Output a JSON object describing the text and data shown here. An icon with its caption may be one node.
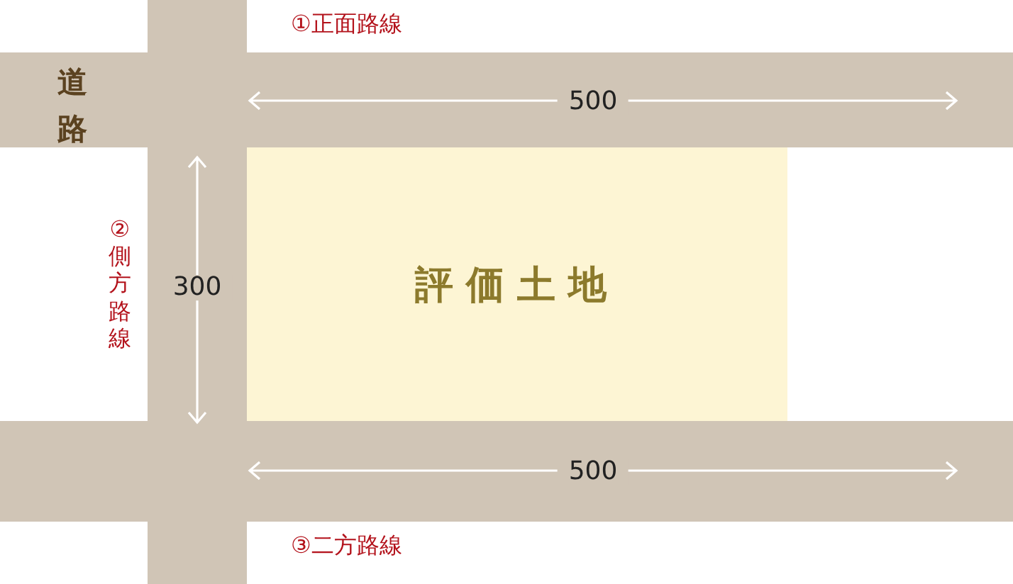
{
  "diagram": {
    "nodes": [
      {
        "text": [
          "道路"
        ]
      },
      {
        "text": [
          "評価土地"
        ]
      }
    ],
    "labels": [
      "①正面路線",
      "500",
      "②側方路線",
      "300",
      "500",
      "③二方路線"
    ]
  }
}
